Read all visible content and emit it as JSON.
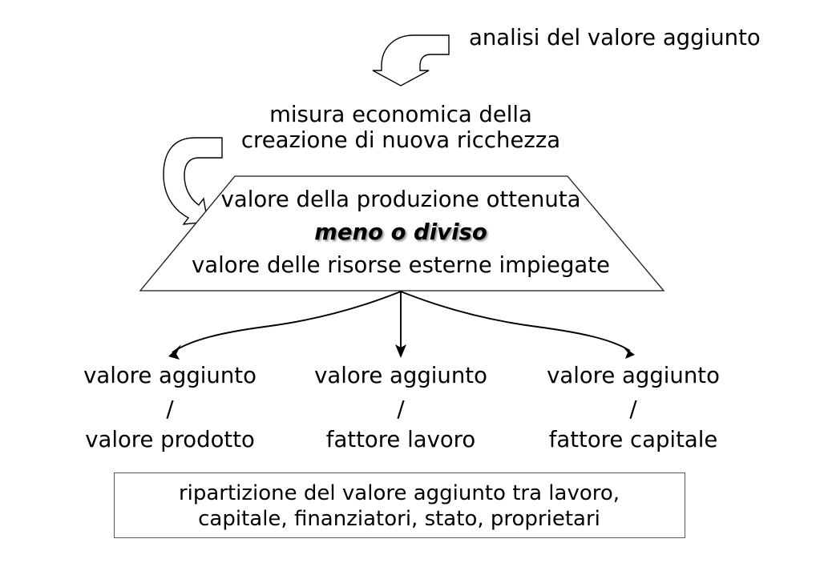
{
  "slide": {
    "title": "analisi del valore aggiunto",
    "subtitle_line1": "misura economica della",
    "subtitle_line2": "creazione di nuova ricchezza",
    "trapezoid": {
      "line1": "valore della produzione ottenuta",
      "line2": "meno o diviso",
      "line3": "valore delle risorse esterne impiegate"
    },
    "ratios": [
      {
        "numerator": "valore aggiunto",
        "separator": "/",
        "denominator": "valore prodotto"
      },
      {
        "numerator": "valore aggiunto",
        "separator": "/",
        "denominator": "fattore lavoro"
      },
      {
        "numerator": "valore aggiunto",
        "separator": "/",
        "denominator": "fattore capitale"
      }
    ],
    "footer_box": {
      "line1": "ripartizione del valore aggiunto tra lavoro,",
      "line2": "capitale, finanziatori, stato, proprietari"
    },
    "shapes": {
      "curved_arrow_top": "curved-arrow-down-icon",
      "curved_arrow_left": "curved-arrow-down-right-icon",
      "branch_arrow_left": "branch-arrow-left-icon",
      "branch_arrow_center": "branch-arrow-down-icon",
      "branch_arrow_right": "branch-arrow-right-icon",
      "trapezoid_shape": "trapezoid-shape"
    },
    "colors": {
      "text": "#000000",
      "stroke": "#000000",
      "box_border": "#5a5a5a",
      "background": "#ffffff",
      "shadow": "#787878"
    }
  }
}
